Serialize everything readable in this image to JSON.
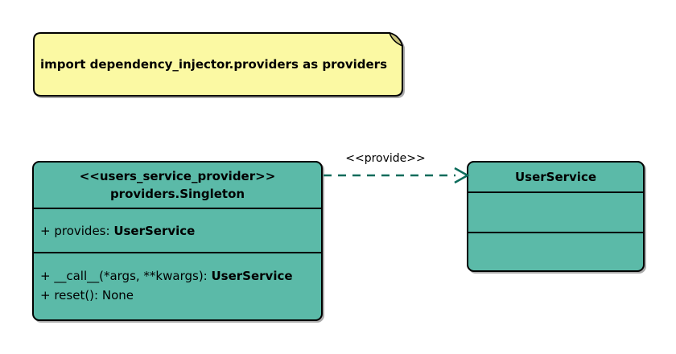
{
  "colors": {
    "class_fill": "#5bbaa8",
    "note_fill": "#fbf9a3",
    "note_fold_fill": "#c9c37c",
    "arrow": "#0b6b5a",
    "border": "#000000",
    "background": "#ffffff"
  },
  "note": {
    "text": "import dependency_injector.providers as providers"
  },
  "provider_class": {
    "stereotype": "<<users_service_provider>>",
    "name": "providers.Singleton",
    "attributes": [
      {
        "text": "+ provides: ",
        "type": "UserService"
      }
    ],
    "methods": [
      {
        "text": "+ __call__(*args, **kwargs): ",
        "type": "UserService"
      },
      {
        "text": "+ reset(): None",
        "type": ""
      }
    ]
  },
  "service_class": {
    "name": "UserService"
  },
  "dependency_arrow": {
    "label": "<<provide>>"
  }
}
